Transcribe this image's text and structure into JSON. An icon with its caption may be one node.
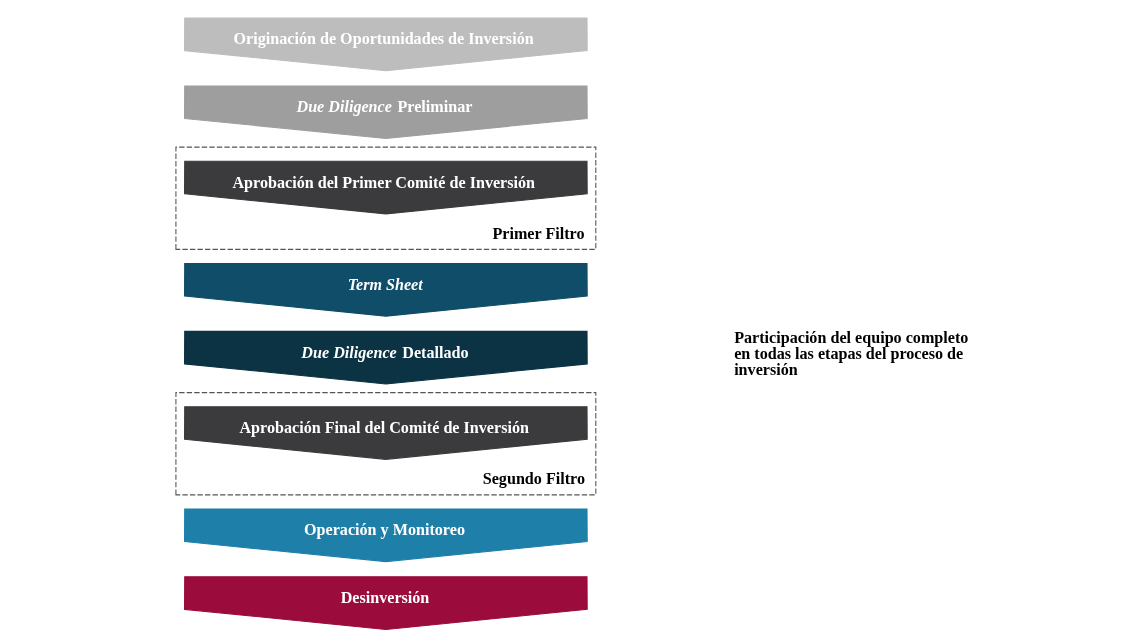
{
  "diagram": {
    "nodes": [
      {
        "text": [
          "Originación de Oportunidades de Inversión"
        ]
      },
      {
        "text": [
          "*Due Diligence* Preliminar"
        ]
      },
      {
        "text": [
          "Primer Filtro"
        ]
      },
      {
        "text": [
          "Aprobación del Primer Comité de Inversión"
        ],
        "in": 2
      },
      {
        "text": [
          "Term Sheet"
        ]
      },
      {
        "text": [
          "*Due Diligence* Detallado"
        ]
      },
      {
        "text": [
          "Segundo Filtro"
        ]
      },
      {
        "text": [
          "Aprobación Final del Comité de Inversión"
        ],
        "in": 6
      },
      {
        "text": [
          "Operación y Monitoreo"
        ]
      },
      {
        "text": [
          "Desinversión"
        ]
      }
    ],
    "edges": [],
    "labels": [
      "Participación del equipo completo en todas las etapas del proceso de inversión"
    ]
  }
}
